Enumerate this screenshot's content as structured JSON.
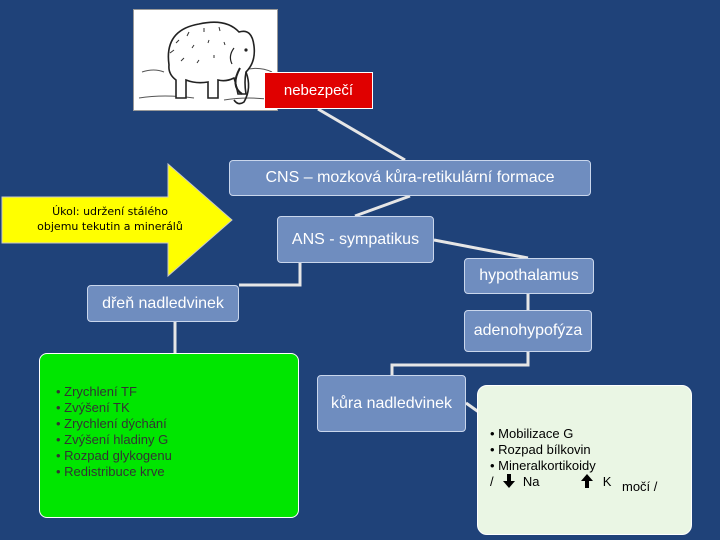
{
  "danger_label": "nebezpečí",
  "cns_label": "CNS – mozková kůra-retikulární formace",
  "ans_label": "ANS - sympatikus",
  "hypothalamus_label": "hypothalamus",
  "adrenal_medulla_label": "dřeň nadledvinek",
  "adenohypophysis_label": "adenohypofýza",
  "adrenal_cortex_label": "kůra nadledvinek",
  "task_arrow": {
    "line1": "Úkol: udržení stálého",
    "line2": "objemu tekutin a minerálů"
  },
  "medulla_effects": [
    "• Zrychlení TF",
    "• Zvýšení TK",
    "• Zrychlení dýchání",
    "• Zvýšení hladiny G",
    "• Rozpad glykogenu",
    "• Redistribuce krve"
  ],
  "cortex_effects": [
    "• Mobilizace G",
    "• Rozpad bílkovin",
    "• Mineralkortikoidy"
  ],
  "mineral_row": {
    "open": "/",
    "na": "Na",
    "k": "K",
    "urine": "močí /"
  },
  "colors": {
    "background": "#1f4279",
    "node": "#6f8dbf",
    "danger": "#e00000",
    "arrow": "#ffff00",
    "green_box": "#00e600",
    "light_box": "#eaf6e4"
  }
}
